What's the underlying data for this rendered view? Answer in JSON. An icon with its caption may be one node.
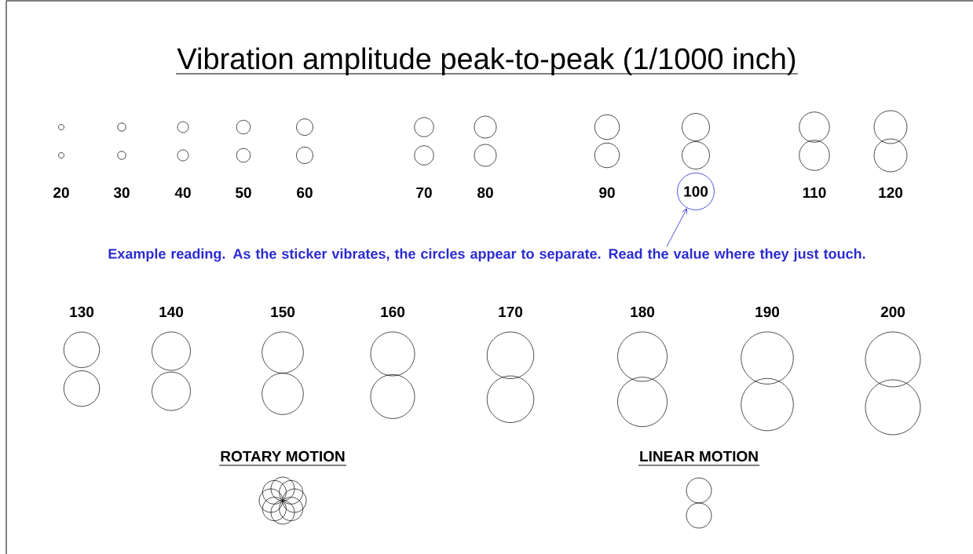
{
  "diagram": {
    "title": "Vibration amplitude peak-to-peak (1/1000 inch)",
    "nodes": [
      {
        "text": [
          "Example reading. As the sticker vibrates, the circles appear to separate. Read the value where they just touch."
        ]
      },
      {
        "text": [
          "100"
        ]
      }
    ],
    "edges": [
      {
        "from": 0,
        "to": 1,
        "arrow": "to",
        "color": "#2b2bd0"
      }
    ],
    "labels": [
      "20",
      "30",
      "40",
      "50",
      "60",
      "70",
      "80",
      "90",
      "110",
      "120",
      "130",
      "140",
      "150",
      "160",
      "170",
      "180",
      "190",
      "200",
      "ROTARY MOTION",
      "LINEAR MOTION"
    ]
  }
}
